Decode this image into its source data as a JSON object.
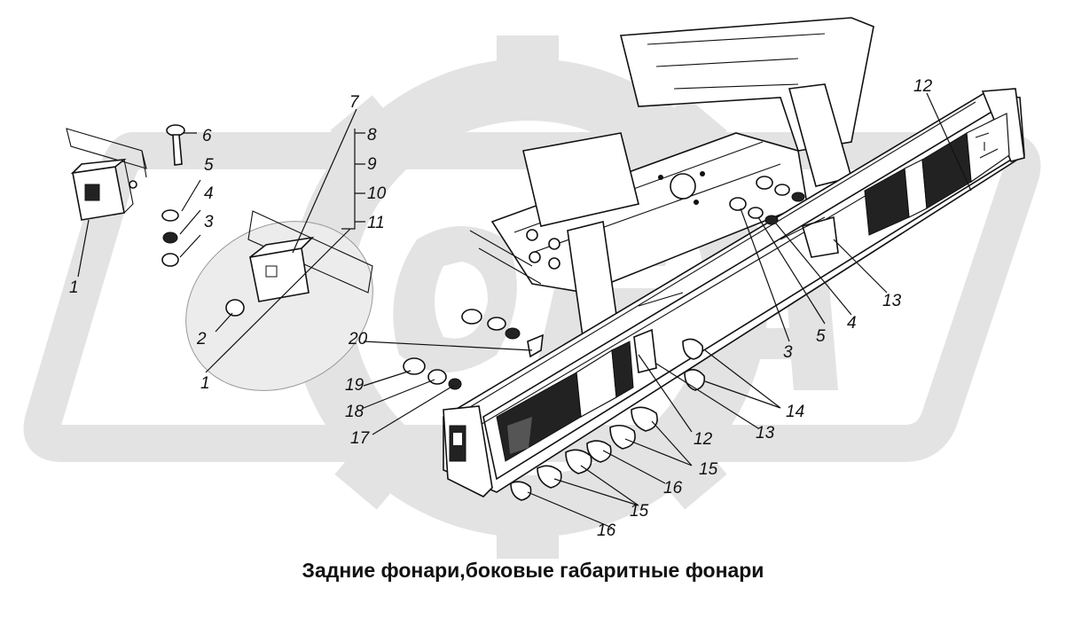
{
  "caption": "Задние фонари,боковые габаритные фонари",
  "watermark": {
    "color": "#e3e3e3"
  },
  "callouts": {
    "c1a": "1",
    "c2": "2",
    "c3a": "3",
    "c4a": "4",
    "c5a": "5",
    "c6": "6",
    "c7": "7",
    "c8": "8",
    "c9": "9",
    "c10": "10",
    "c11": "11",
    "c1b": "1",
    "c12a": "12",
    "c13a": "13",
    "c3b": "3",
    "c5b": "5",
    "c4b": "4",
    "c20": "20",
    "c19": "19",
    "c18": "18",
    "c17": "17",
    "c14": "14",
    "c12b": "12",
    "c13b": "13",
    "c15a": "15",
    "c16a": "16",
    "c15b": "15",
    "c16b": "16"
  }
}
